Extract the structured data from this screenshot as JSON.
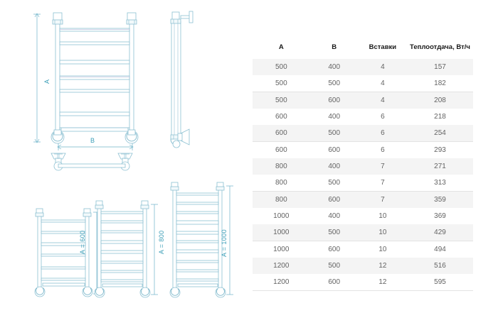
{
  "table": {
    "name": "towel-rail-specifications",
    "headers": [
      "А",
      "В",
      "Вставки",
      "Теплоотдача, Вт/ч"
    ],
    "rows": [
      [
        "500",
        "400",
        "4",
        "157"
      ],
      [
        "500",
        "500",
        "4",
        "182"
      ],
      [
        "500",
        "600",
        "4",
        "208"
      ],
      [
        "600",
        "400",
        "6",
        "218"
      ],
      [
        "600",
        "500",
        "6",
        "254"
      ],
      [
        "600",
        "600",
        "6",
        "293"
      ],
      [
        "800",
        "400",
        "7",
        "271"
      ],
      [
        "800",
        "500",
        "7",
        "313"
      ],
      [
        "800",
        "600",
        "7",
        "359"
      ],
      [
        "1000",
        "400",
        "10",
        "369"
      ],
      [
        "1000",
        "500",
        "10",
        "429"
      ],
      [
        "1000",
        "600",
        "10",
        "494"
      ],
      [
        "1200",
        "500",
        "12",
        "516"
      ],
      [
        "1200",
        "600",
        "12",
        "595"
      ]
    ],
    "colors": {
      "header_text": "#1a1a1a",
      "cell_text": "#636363",
      "stripe": "#f4f4f4",
      "rule": "#e3e3e3"
    }
  },
  "drawings": {
    "main_front": {
      "dimension_height_label": "A",
      "dimension_width_label": "B",
      "rail_count": 7
    },
    "side_view": {
      "label": ""
    },
    "variants": [
      {
        "label": "A = 600",
        "rail_count": 6
      },
      {
        "label": "A = 800",
        "rail_count": 8
      },
      {
        "label": "A = 1000",
        "rail_count": 10
      }
    ],
    "colors": {
      "line": "#7fb9cc",
      "line_light": "#bcd9e4",
      "accent": "#3d9fb8",
      "fill": "#eef7fa"
    }
  }
}
